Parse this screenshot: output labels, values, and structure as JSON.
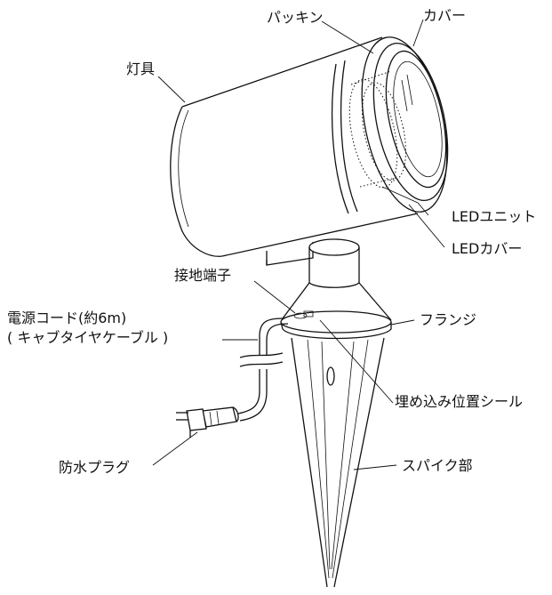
{
  "labels": {
    "packing": "パッキン",
    "cover": "カバー",
    "lamp_body": "灯具",
    "led_unit": "LEDユニット",
    "led_cover": "LEDカバー",
    "ground_terminal": "接地端子",
    "power_cord_line1": "電源コード(約6m)",
    "power_cord_line2": "( キャブタイヤケーブル )",
    "flange": "フランジ",
    "burial_seal": "埋め込み位置シール",
    "waterproof_plug": "防水プラグ",
    "spike": "スパイク部"
  }
}
